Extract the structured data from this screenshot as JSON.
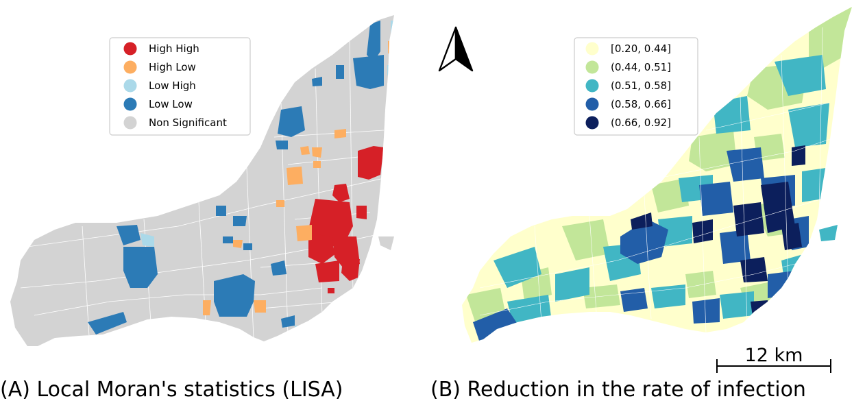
{
  "panels": [
    {
      "caption": "(A) Local Moran's statistics (LISA)",
      "legend": [
        {
          "label": "High High",
          "color": "#d62027"
        },
        {
          "label": "High Low",
          "color": "#fdae61"
        },
        {
          "label": "Low High",
          "color": "#abd9e9"
        },
        {
          "label": "Low Low",
          "color": "#2c7bb6"
        },
        {
          "label": "Non Significant",
          "color": "#d3d3d3"
        }
      ]
    },
    {
      "caption": "(B) Reduction in the rate of infection",
      "legend": [
        {
          "label": "[0.20, 0.44]",
          "color": "#ffffcc"
        },
        {
          "label": "(0.44, 0.51]",
          "color": "#c2e699"
        },
        {
          "label": "(0.51, 0.58]",
          "color": "#41b6c4"
        },
        {
          "label": "(0.58, 0.66]",
          "color": "#225ea8"
        },
        {
          "label": "(0.66, 0.92]",
          "color": "#0c1f5c"
        }
      ]
    }
  ],
  "scale_bar": {
    "label": "12 km"
  },
  "north_arrow": {
    "icon": "north-arrow-icon"
  }
}
